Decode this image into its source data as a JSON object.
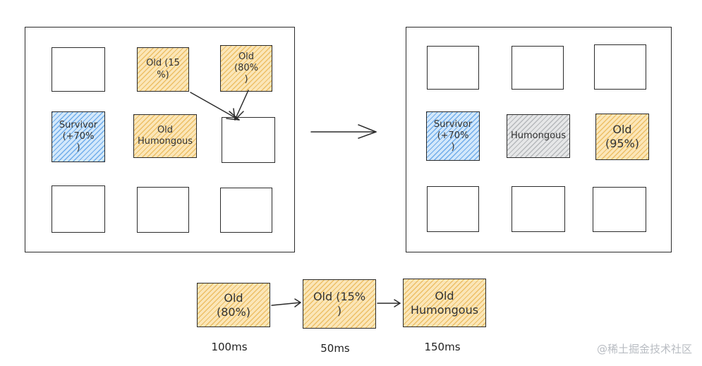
{
  "left_panel": {
    "cells": [
      {
        "id": "l1",
        "type": "empty",
        "label": ""
      },
      {
        "id": "l2",
        "type": "old",
        "label": "Old (15\n%)"
      },
      {
        "id": "l3",
        "type": "old",
        "label": "Old\n(80%\n)"
      },
      {
        "id": "l4",
        "type": "survivor",
        "label": "Survivor\n(+70%\n)"
      },
      {
        "id": "l5",
        "type": "old",
        "label": "Old\nHumongous"
      },
      {
        "id": "l6",
        "type": "empty",
        "label": ""
      },
      {
        "id": "l7",
        "type": "empty",
        "label": ""
      },
      {
        "id": "l8",
        "type": "empty",
        "label": ""
      },
      {
        "id": "l9",
        "type": "empty",
        "label": ""
      }
    ]
  },
  "right_panel": {
    "cells": [
      {
        "id": "r1",
        "type": "empty",
        "label": ""
      },
      {
        "id": "r2",
        "type": "empty",
        "label": ""
      },
      {
        "id": "r3",
        "type": "empty",
        "label": ""
      },
      {
        "id": "r4",
        "type": "survivor",
        "label": "Survivor\n(+70%\n)"
      },
      {
        "id": "r5",
        "type": "humongous-gray",
        "label": "Humongous"
      },
      {
        "id": "r6",
        "type": "old",
        "label": "Old\n(95%)"
      },
      {
        "id": "r7",
        "type": "empty",
        "label": ""
      },
      {
        "id": "r8",
        "type": "empty",
        "label": ""
      },
      {
        "id": "r9",
        "type": "empty",
        "label": ""
      }
    ]
  },
  "sequence": {
    "items": [
      {
        "label": "Old\n(80%)",
        "time": "100ms"
      },
      {
        "label": "Old (15%\n)",
        "time": "50ms"
      },
      {
        "label": "Old\nHumongous",
        "time": "150ms"
      }
    ]
  },
  "watermark": "@稀土掘金技术社区",
  "colors": {
    "old": "#fbe6b8",
    "survivor": "#d3e8fb",
    "humongous": "#e6e7e8",
    "stroke": "#2b2b2b"
  }
}
